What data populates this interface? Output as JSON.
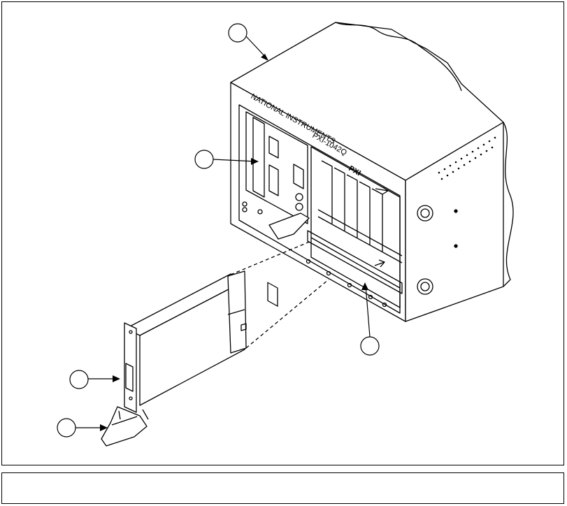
{
  "figure": {
    "callouts": [
      {
        "id": "chassis",
        "label": ""
      },
      {
        "id": "controller",
        "label": ""
      },
      {
        "id": "card-guides",
        "label": ""
      },
      {
        "id": "module-front-panel",
        "label": ""
      },
      {
        "id": "ejector-handle",
        "label": ""
      }
    ],
    "chassis_brand_text": "NATIONAL INSTRUMENTS",
    "chassis_model_text": "PXI-1042Q",
    "pxi_logo_text": "PXI",
    "caption": ""
  },
  "colors": {
    "line": "#000000",
    "background": "#ffffff"
  }
}
